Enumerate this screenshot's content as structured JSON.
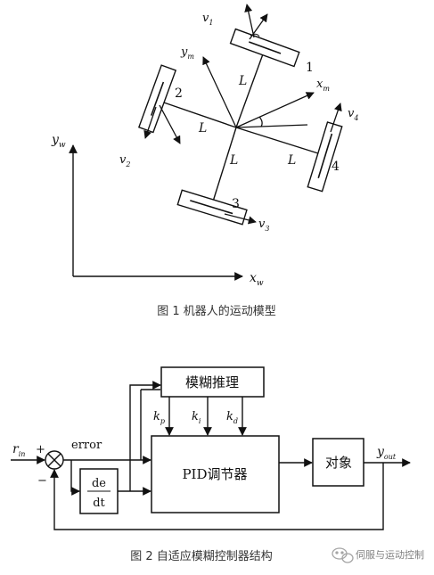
{
  "figure1": {
    "axes": {
      "yw_base": "y",
      "yw_sub": "w",
      "xw_base": "x",
      "xw_sub": "w"
    },
    "robot_axes": {
      "ym_base": "y",
      "ym_sub": "m",
      "xm_base": "x",
      "xm_sub": "m"
    },
    "arm_label": "L",
    "wheels": [
      {
        "number": "1",
        "v_base": "v",
        "v_sub": "1"
      },
      {
        "number": "2",
        "v_base": "v",
        "v_sub": "2"
      },
      {
        "number": "3",
        "v_base": "v",
        "v_sub": "3"
      },
      {
        "number": "4",
        "v_base": "v",
        "v_sub": "4"
      }
    ],
    "caption": "图 1 机器人的运动模型"
  },
  "figure2": {
    "fuzzy_block": "模糊推理",
    "pid_block": "PID调节器",
    "object_block": "对象",
    "deriv_num": "de",
    "deriv_den": "dt",
    "error_label": "error",
    "plus_sign": "+",
    "minus_sign": "−",
    "rin_base": "r",
    "rin_sub": "in",
    "yout_base": "y",
    "yout_sub": "out",
    "kp": {
      "base": "k",
      "sub": "p"
    },
    "ki": {
      "base": "k",
      "sub": "i"
    },
    "kd": {
      "base": "k",
      "sub": "d"
    },
    "caption": "图 2 自适应模糊控制器结构"
  },
  "watermark": "伺服与运动控制"
}
